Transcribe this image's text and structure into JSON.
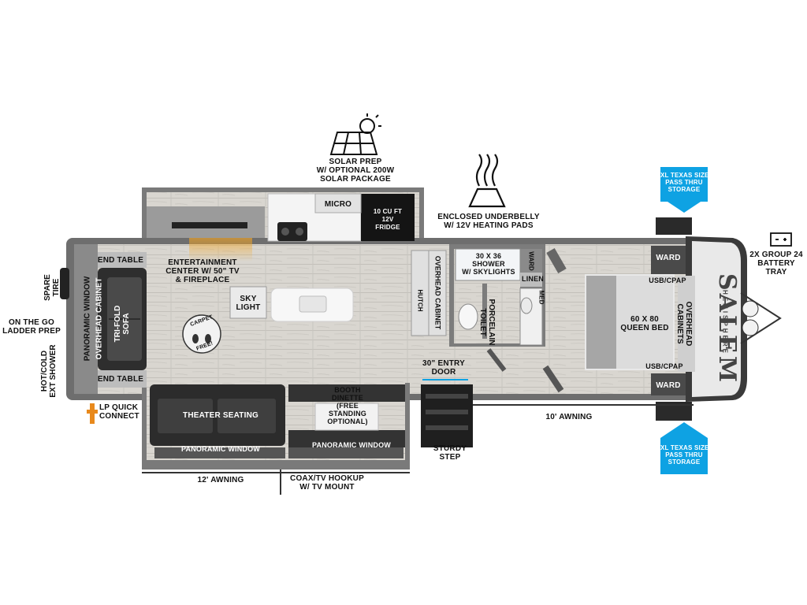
{
  "brand": {
    "logo_text": "SALEM",
    "logo_sub": "HEMISPHERE"
  },
  "colors": {
    "accent_blue": "#0ea2e3",
    "wall": "#6b6b6b",
    "floor": "#d8d5cf",
    "dark": "#2a2a2a",
    "lp_orange": "#e8891c"
  },
  "callouts": {
    "solar_1": "SOLAR PREP",
    "solar_2": "W/ OPTIONAL 200W",
    "solar_3": "SOLAR PACKAGE",
    "underbelly_1": "ENCLOSED UNDERBELLY",
    "underbelly_2": "W/ 12V HEATING PADS",
    "storage_top_1": "XL TEXAS SIZE",
    "storage_top_2": "PASS THRU",
    "storage_top_3": "STORAGE",
    "storage_bot_1": "XL TEXAS SIZE",
    "storage_bot_2": "PASS THRU",
    "storage_bot_3": "STORAGE",
    "battery_1": "2X GROUP 24",
    "battery_2": "BATTERY",
    "battery_3": "TRAY",
    "spare_tire_1": "SPARE",
    "spare_tire_2": "TIRE",
    "ladder_1": "ON THE GO",
    "ladder_2": "LADDER PREP",
    "ext_shower_1": "HOT/COLD",
    "ext_shower_2": "EXT SHOWER",
    "lp_1": "LP QUICK",
    "lp_2": "CONNECT",
    "awning_12": "12' AWNING",
    "awning_10": "10' AWNING",
    "coax_1": "COAX/TV HOOKUP",
    "coax_2": "W/ TV MOUNT",
    "step_1": "STURDY",
    "step_2": "STEP",
    "entry_1": "30\" ENTRY",
    "entry_2": "DOOR"
  },
  "rooms": {
    "end_table_top": "END TABLE",
    "end_table_bottom": "END TABLE",
    "panoramic_window_left": "PANORAMIC WINDOW",
    "overhead_cabinet_left": "OVERHEAD CABINET",
    "sofa_1": "TRI-FOLD",
    "sofa_2": "SOFA",
    "entertainment_1": "ENTERTAINMENT",
    "entertainment_2": "CENTER W/ 50\" TV",
    "entertainment_3": "& FIREPLACE",
    "skylight_1": "SKY",
    "skylight_2": "LIGHT",
    "carpet_1": "CARPET",
    "carpet_2": "FREE!",
    "micro": "MICRO",
    "fridge_1": "10 CU FT",
    "fridge_2": "12V",
    "fridge_3": "FRIDGE",
    "hutch": "HUTCH",
    "overhead_cabinet_mid": "OVERHEAD CABINET",
    "shower_1": "30 X 36",
    "shower_2": "SHOWER",
    "shower_3": "W/ SKYLIGHTS",
    "ward_bath": "WARD",
    "linen": "LINEN",
    "med": "MED",
    "toilet_1": "PORCELAIN",
    "toilet_2": "TOILET",
    "theater_seating": "THEATER SEATING",
    "panoramic_window_1": "PANORAMIC WINDOW",
    "panoramic_window_2": "PANORAMIC WINDOW",
    "dinette_1": "BOOTH",
    "dinette_2": "DINETTE",
    "dinette_3": "(FREE",
    "dinette_4": "STANDING",
    "dinette_5": "OPTIONAL)",
    "ward_top": "WARD",
    "ward_bottom": "WARD",
    "usb_top": "USB/CPAP",
    "usb_bottom": "USB/CPAP",
    "bed_1": "60 X 80",
    "bed_2": "QUEEN BED",
    "overhead_cabinets_1": "OVERHEAD",
    "overhead_cabinets_2": "CABINETS"
  },
  "icons": [
    "solar-panel-icon",
    "heat-pad-icon",
    "battery-icon",
    "down-arrow-icon",
    "up-arrow-icon",
    "tire-icon",
    "lp-valve-icon",
    "coax-icon"
  ]
}
